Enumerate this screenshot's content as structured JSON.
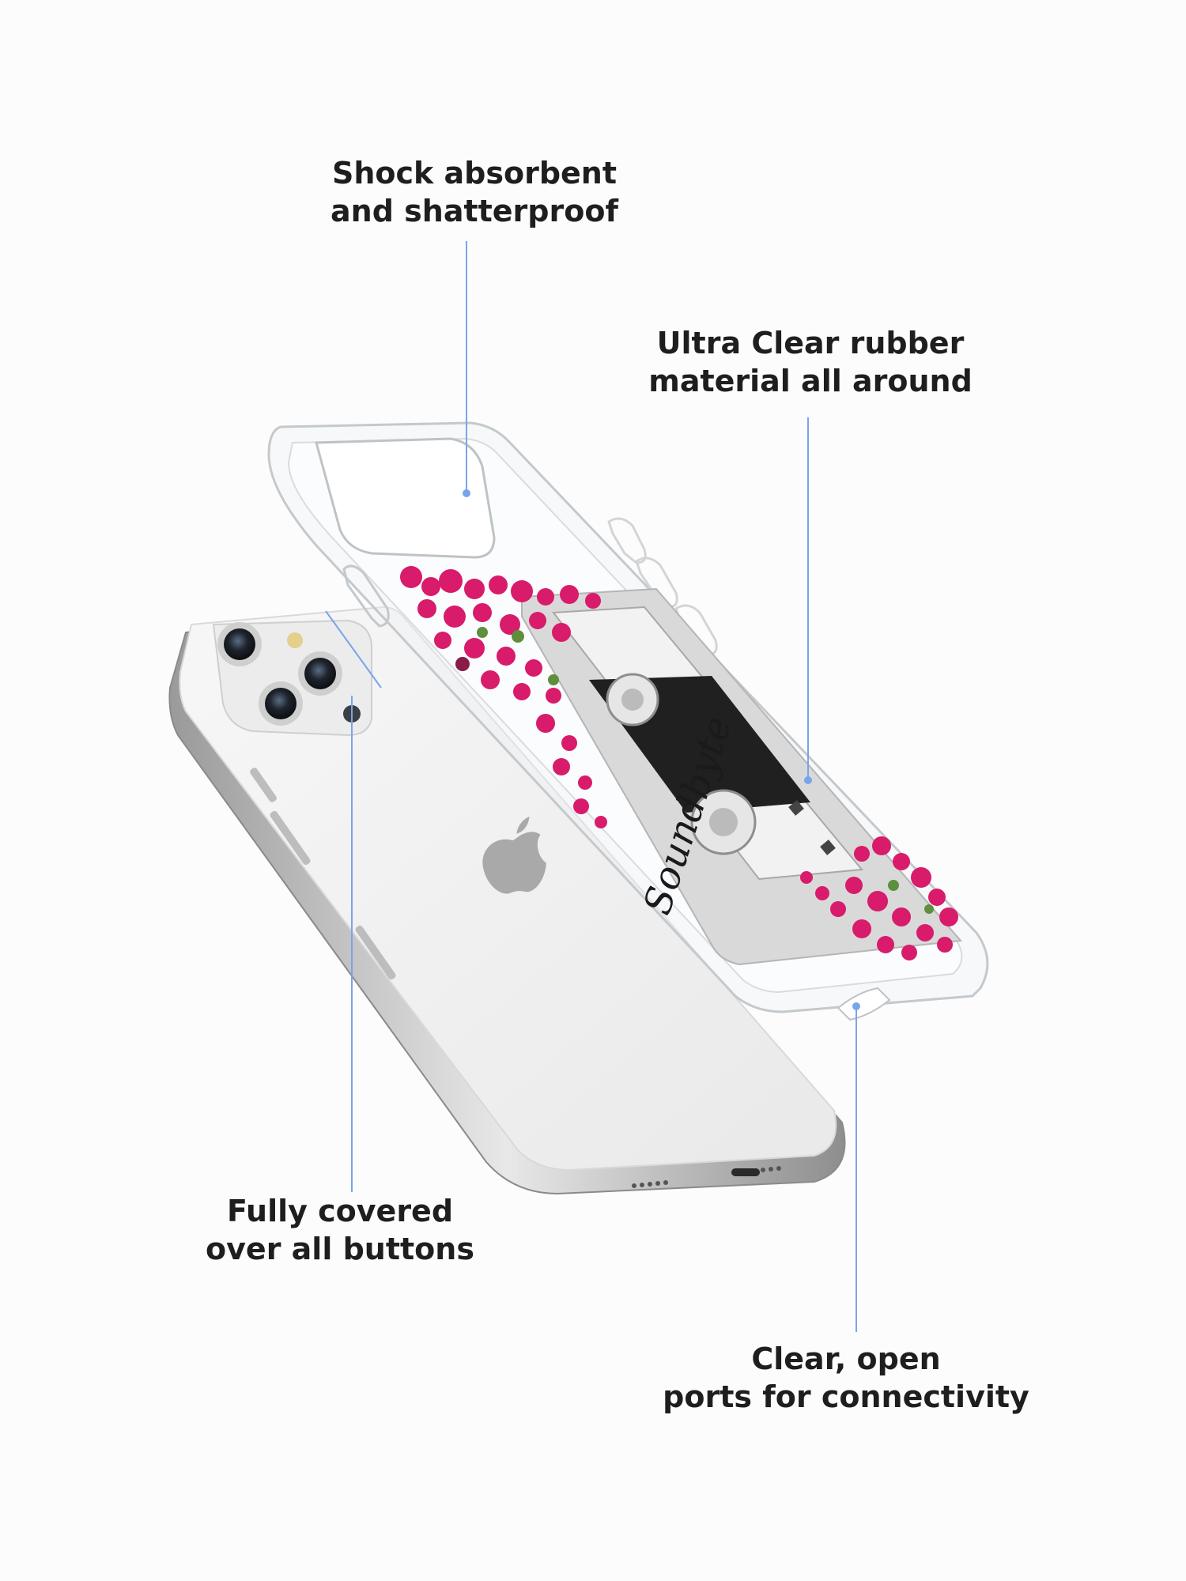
{
  "callouts": {
    "shock": {
      "line1": "Shock absorbent",
      "line2": "and shatterproof"
    },
    "clear": {
      "line1": "Ultra Clear rubber",
      "line2": "material all around"
    },
    "buttons": {
      "line1": "Fully covered",
      "line2": "over all buttons"
    },
    "ports": {
      "line1": "Clear, open",
      "line2": "ports for connectivity"
    }
  },
  "case_print": {
    "script_text": "Soundbyte"
  },
  "colors": {
    "background": "#fcfcfc",
    "text": "#1e1e1e",
    "leader_line": "#7aa4ea",
    "flowers": "#d81b6a",
    "phone_silver": "#c9c9c9"
  }
}
